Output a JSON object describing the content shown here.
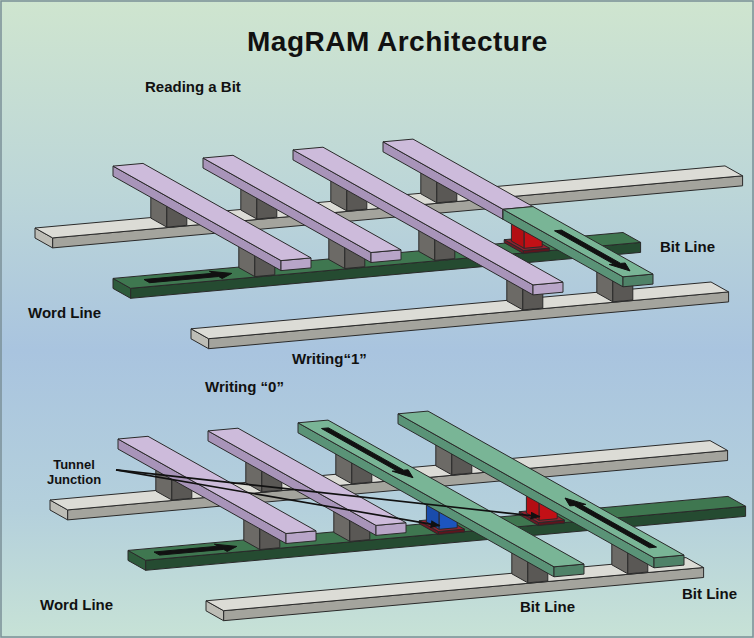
{
  "diagram": {
    "title": "MagRAM Architecture",
    "labels": [
      "Reading a Bit",
      "Bit Line",
      "Word Line",
      "Writing“1”",
      "Writing “0”",
      "Tunnel Junction",
      "Bit Line",
      "Bit Line",
      "Word Line"
    ]
  }
}
